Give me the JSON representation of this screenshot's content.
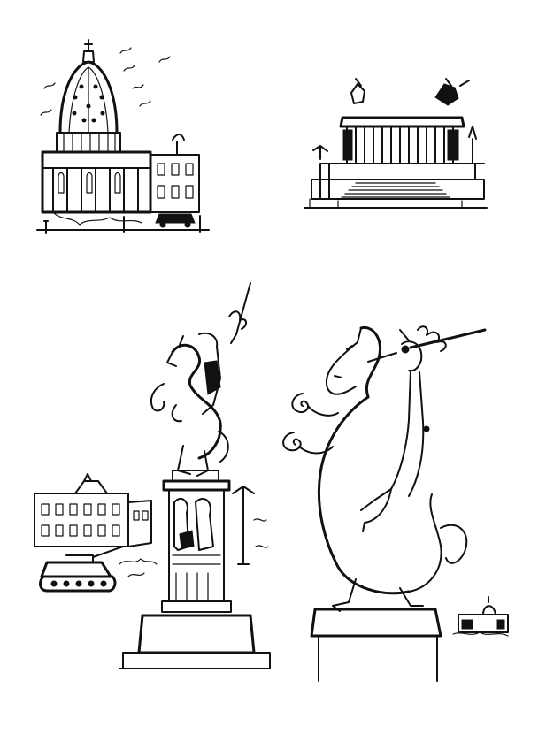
{
  "page": {
    "background": "#ffffff",
    "ink_color": "#111111"
  },
  "illustrations": [
    {
      "id": "st-peters-basilica",
      "icon": "domed-basilica-sketch"
    },
    {
      "id": "vittoriano-monument",
      "icon": "colonnade-monument-sketch"
    },
    {
      "id": "equestrian-column-scene",
      "icon": "rearing-horse-on-pedestal-sketch"
    },
    {
      "id": "equestrian-statue-closeup",
      "icon": "horse-and-rider-statue-sketch"
    }
  ]
}
